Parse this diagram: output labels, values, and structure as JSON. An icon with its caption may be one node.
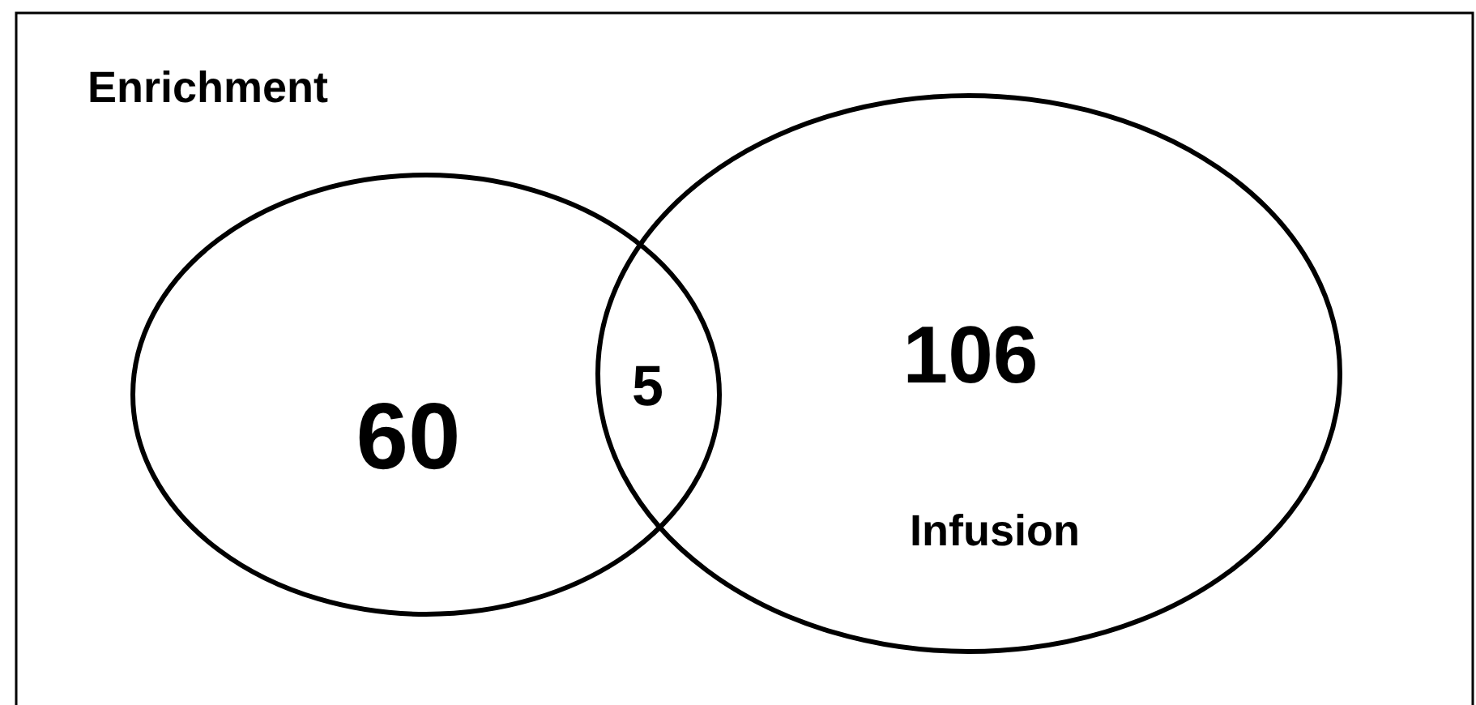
{
  "diagram": {
    "nodes": [
      {
        "text": [
          "60"
        ]
      },
      {
        "text": [
          "106",
          "Infusion"
        ]
      }
    ],
    "labels": [
      "Enrichment",
      "5"
    ]
  }
}
